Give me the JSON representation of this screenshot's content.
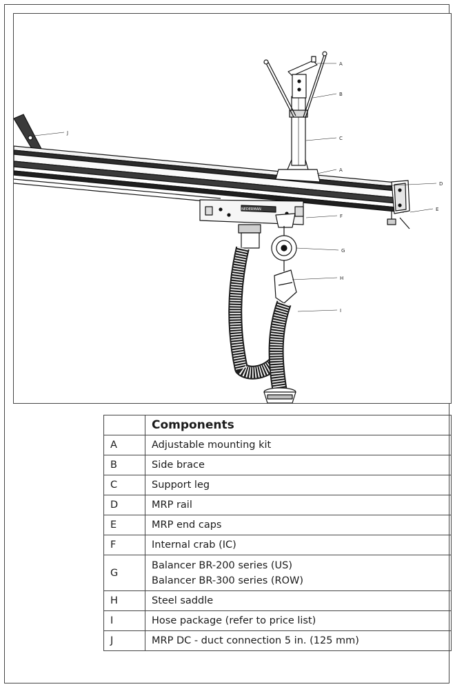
{
  "figure": {
    "callouts": [
      "A",
      "B",
      "C",
      "A",
      "D",
      "E",
      "F",
      "G",
      "H",
      "I",
      "J"
    ],
    "label_plate": "NEDERMAN"
  },
  "table": {
    "header": {
      "code": "",
      "title": "Components"
    },
    "rows": [
      {
        "code": "A",
        "lines": [
          "Adjustable mounting kit"
        ]
      },
      {
        "code": "B",
        "lines": [
          "Side brace"
        ]
      },
      {
        "code": "C",
        "lines": [
          "Support leg"
        ]
      },
      {
        "code": "D",
        "lines": [
          "MRP rail"
        ]
      },
      {
        "code": "E",
        "lines": [
          "MRP end caps"
        ]
      },
      {
        "code": "F",
        "lines": [
          "Internal crab (IC)"
        ]
      },
      {
        "code": "G",
        "lines": [
          "Balancer BR-200 series (US)",
          "Balancer BR-300 series (ROW)"
        ]
      },
      {
        "code": "H",
        "lines": [
          "Steel saddle"
        ]
      },
      {
        "code": "I",
        "lines": [
          "Hose package (refer to price list)"
        ]
      },
      {
        "code": "J",
        "lines": [
          "MRP DC - duct connection 5 in. (125 mm)"
        ]
      }
    ]
  }
}
